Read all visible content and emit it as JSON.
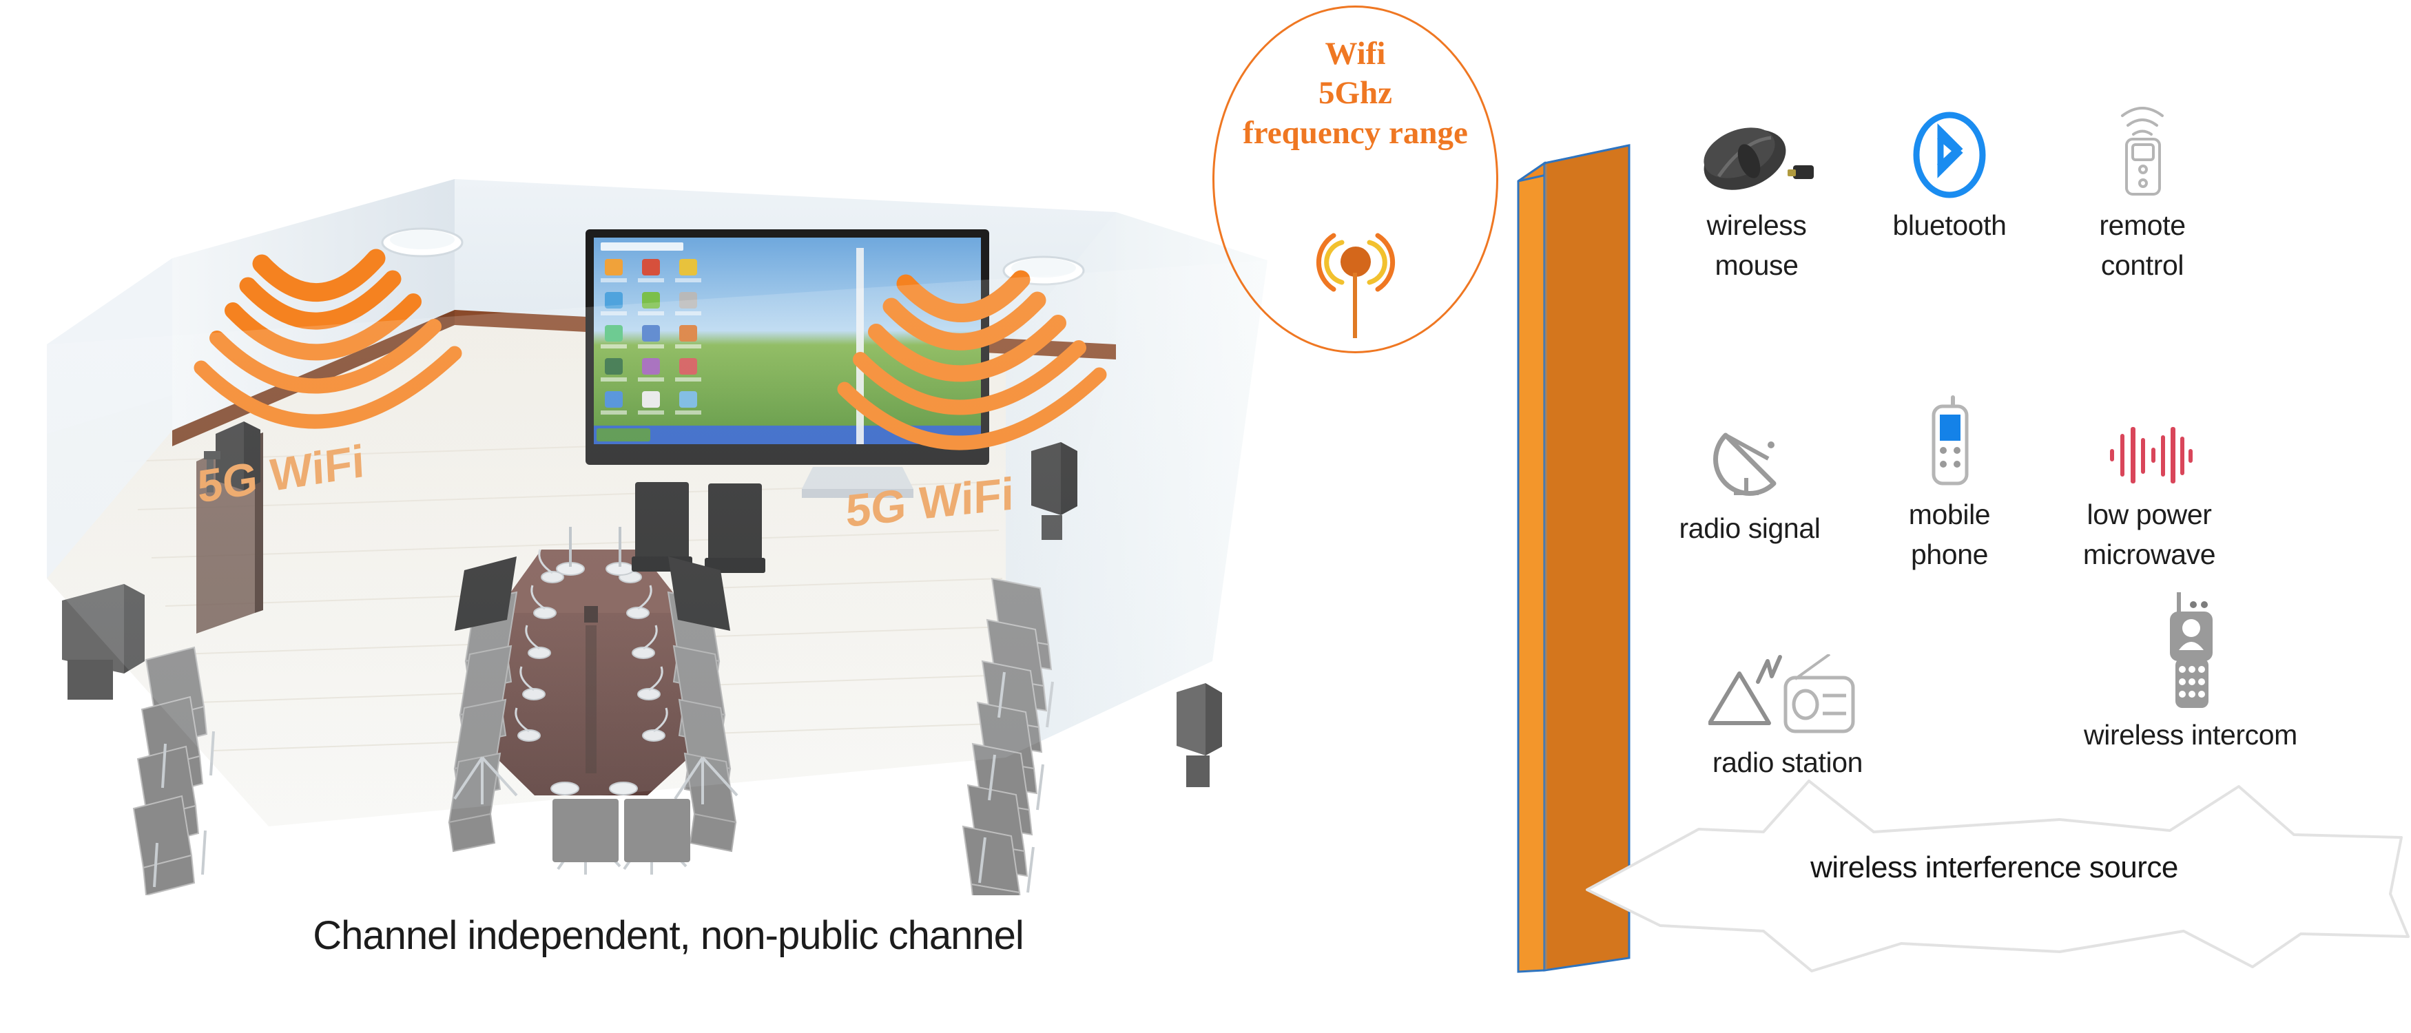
{
  "room": {
    "caption": "Channel independent, non-public channel",
    "wifi_label_left": "5G WiFi",
    "wifi_label_right": "5G WiFi",
    "colors": {
      "wave_orange": "#f58220",
      "label_orange": "#eda05a",
      "wall": "#e3e9ee",
      "floor": "#f2efe8",
      "skirting": "#8a4a2a",
      "table": "#6d4a44",
      "chair": "#8b8b8b",
      "dark_furniture": "#3a3a3a"
    }
  },
  "wifi_badge": {
    "line1": "Wifi",
    "line2": "5Ghz",
    "line3": "frequency range",
    "icon": "antenna-broadcast-icon",
    "ring_color": "#ef7722",
    "text_color": "#ef7722",
    "arc_color_inner": "#f2c12e",
    "arc_color_outer": "#ef7722"
  },
  "wall_slab": {
    "label": "orange-barrier-wall",
    "face_color": "#d4761d",
    "side_color": "#f3962b",
    "top_color": "#ef8a22",
    "outline_color": "#2e74c0"
  },
  "interference": {
    "items": [
      {
        "id": "wireless-mouse",
        "icon": "wireless-mouse-icon",
        "lines": [
          "wireless",
          "mouse"
        ]
      },
      {
        "id": "bluetooth",
        "icon": "bluetooth-icon",
        "lines": [
          "bluetooth"
        ]
      },
      {
        "id": "remote-control",
        "icon": "remote-control-icon",
        "lines": [
          "remote",
          "control"
        ]
      },
      {
        "id": "radio-signal",
        "icon": "satellite-dish-icon",
        "lines": [
          "radio signal"
        ]
      },
      {
        "id": "mobile-phone",
        "icon": "mobile-phone-icon",
        "lines": [
          "mobile",
          "phone"
        ]
      },
      {
        "id": "low-power-microwave",
        "icon": "waveform-icon",
        "lines": [
          "low power",
          "microwave"
        ]
      },
      {
        "id": "radio-station",
        "icon": "radio-station-icon",
        "lines": [
          "radio station"
        ]
      },
      {
        "id": "wireless-intercom",
        "icon": "walkie-talkie-icon",
        "lines": [
          "wireless intercom"
        ]
      }
    ],
    "colors": {
      "bluetooth": "#1a8cf0",
      "phone_screen": "#1482e8",
      "microwave": "#d9465a",
      "outline_grey": "#b5b5b5",
      "solid_grey": "#9a9a9a",
      "mouse_body": "#3b3b3b"
    }
  },
  "callout": {
    "text": "wireless interference source",
    "border_color": "#e2e2e2",
    "fill_color": "#ffffff"
  }
}
